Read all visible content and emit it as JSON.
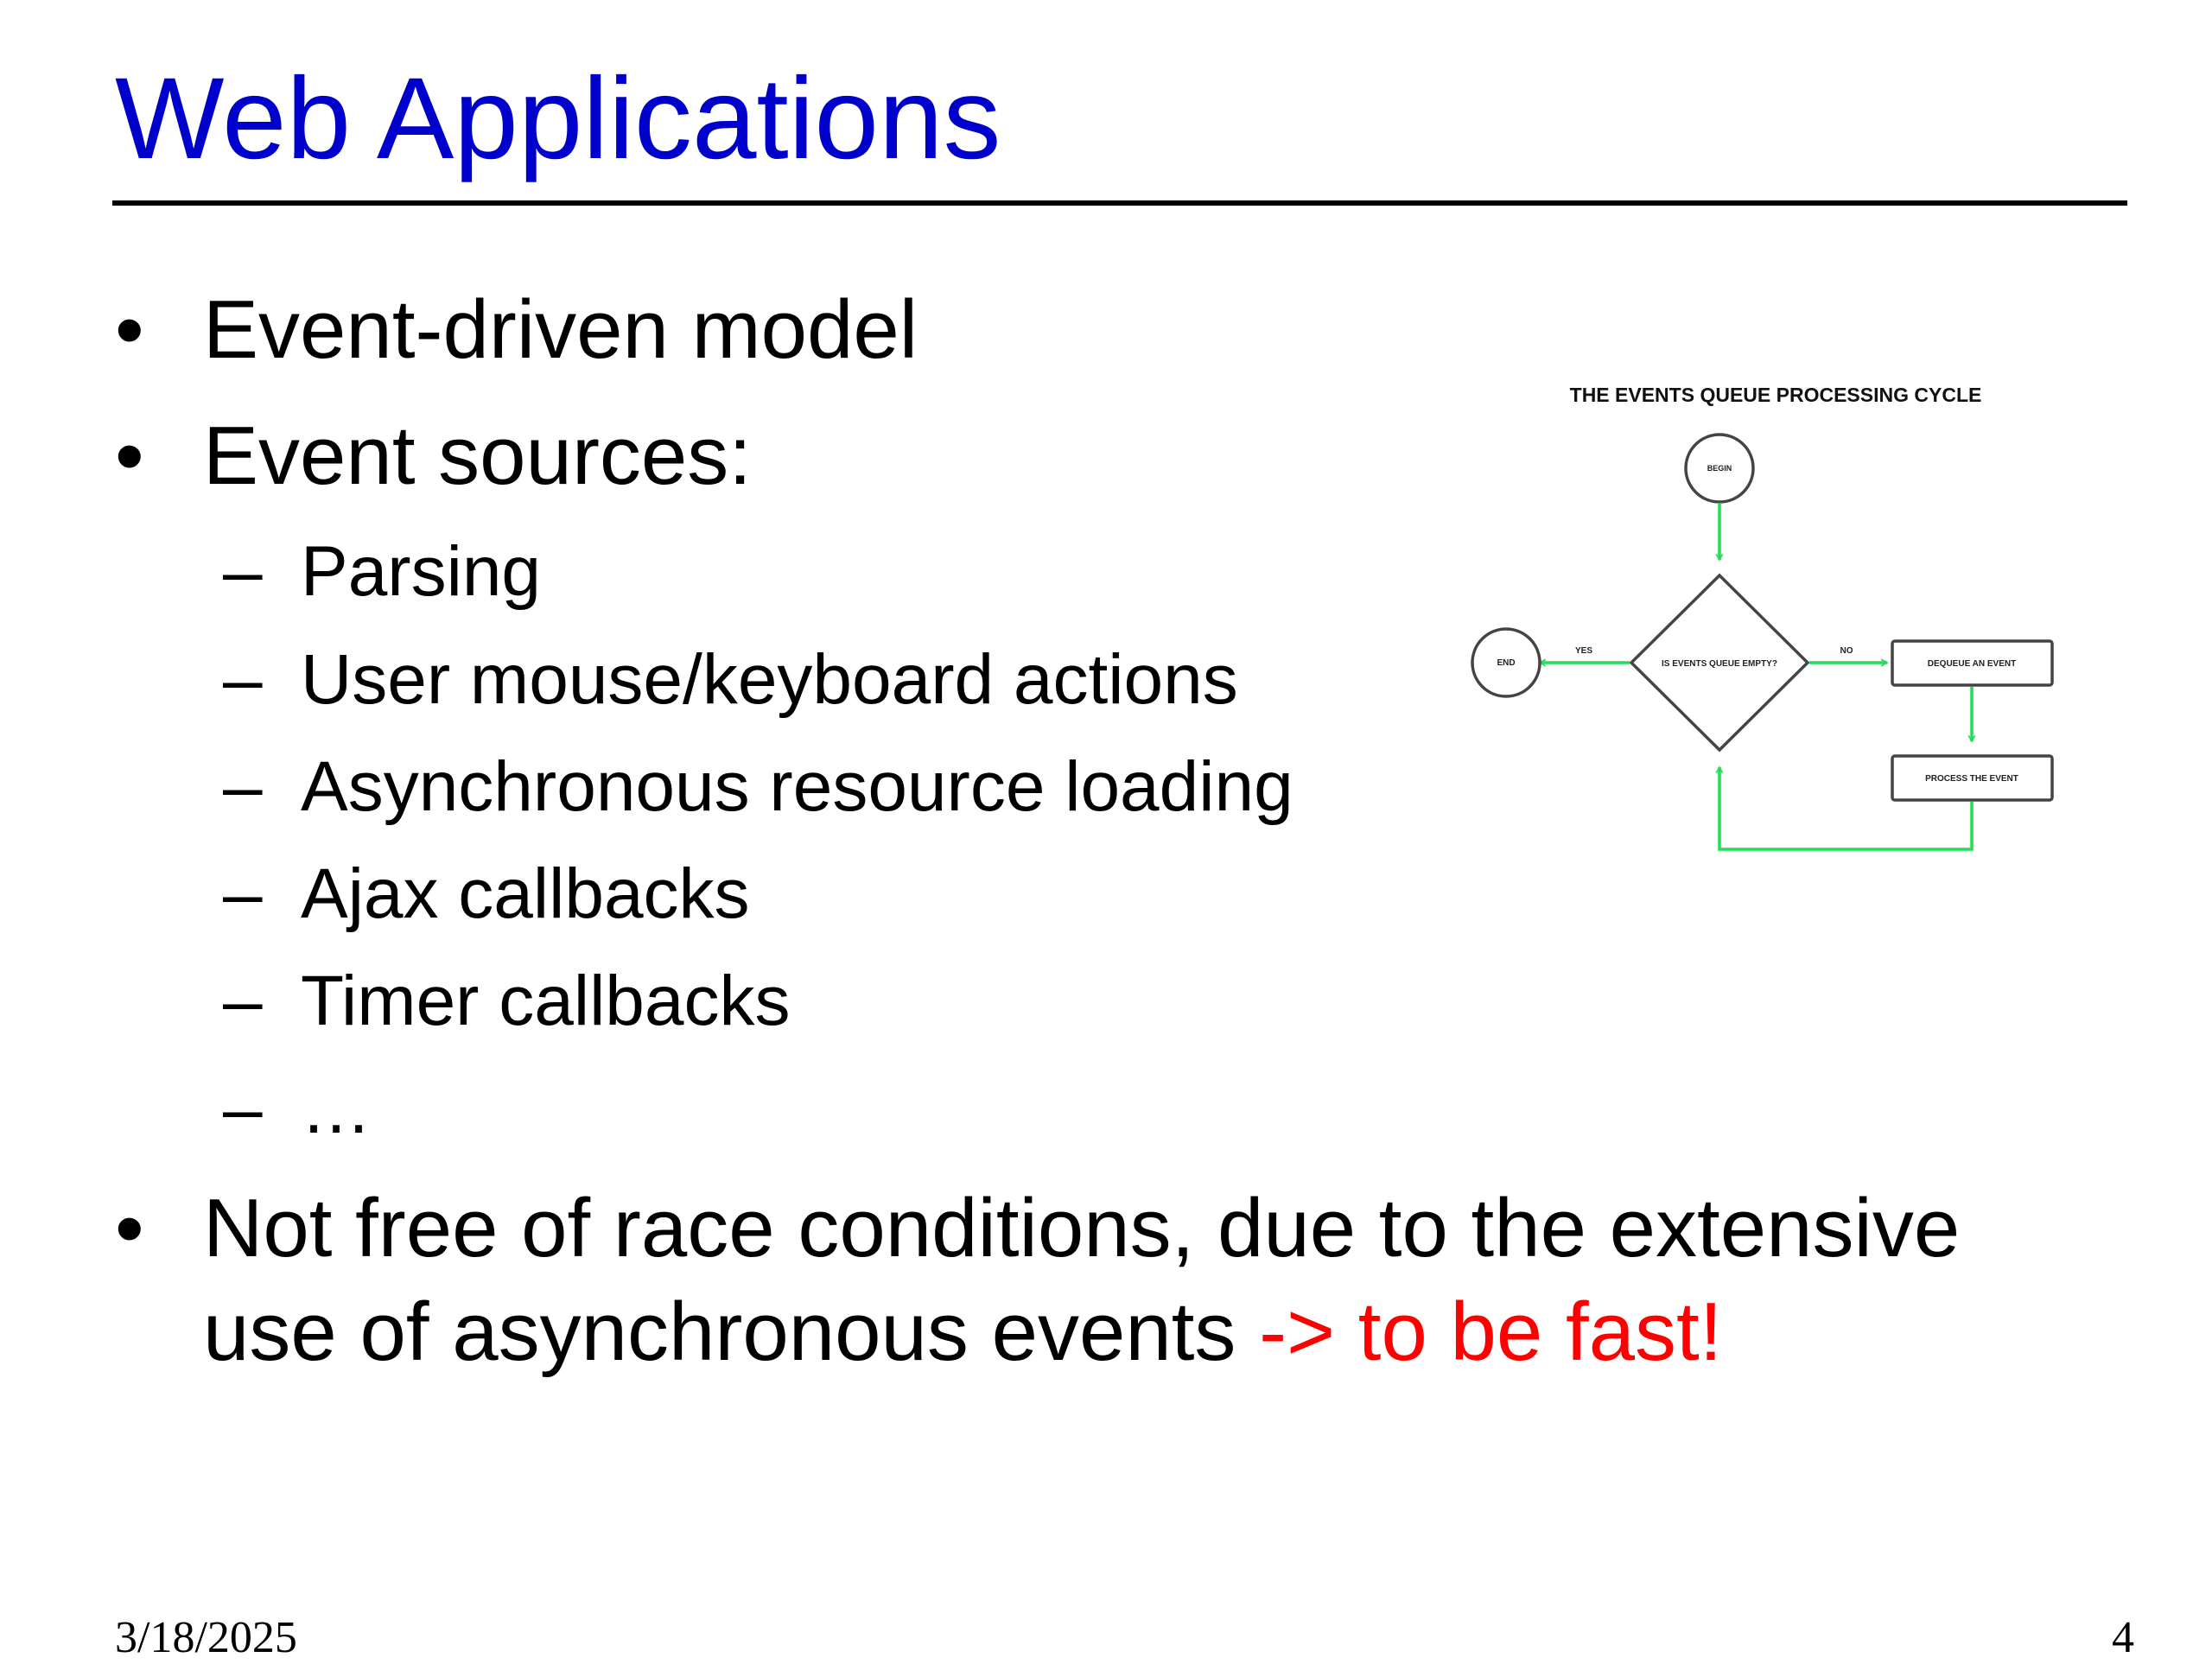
{
  "slide": {
    "title": "Web Applications",
    "bullets": [
      {
        "text": "Event-driven model"
      },
      {
        "text": "Event sources:"
      }
    ],
    "sub_bullets": [
      "Parsing",
      "User mouse/keyboard actions",
      "Asynchronous resource loading",
      "Ajax callbacks",
      "Timer callbacks",
      "…"
    ],
    "last_bullet": {
      "line1": "Not free of race conditions, due to the extensive",
      "line2_plain": "use of asynchronous events ",
      "line2_accent": "-> to be fast!"
    },
    "bullet_glyph": "•",
    "dash_glyph": "–",
    "accent_color": "#ff0000",
    "title_color": "#0000cc"
  },
  "diagram": {
    "title": "THE EVENTS QUEUE PROCESSING CYCLE",
    "begin": "BEGIN",
    "decision": "IS EVENTS QUEUE EMPTY?",
    "end": "END",
    "yes": "YES",
    "no": "NO",
    "dequeue": "DEQUEUE AN EVENT",
    "process": "PROCESS THE EVENT",
    "arrow_color": "#22dd55"
  },
  "footer": {
    "date": "3/18/2025",
    "page": "4"
  }
}
